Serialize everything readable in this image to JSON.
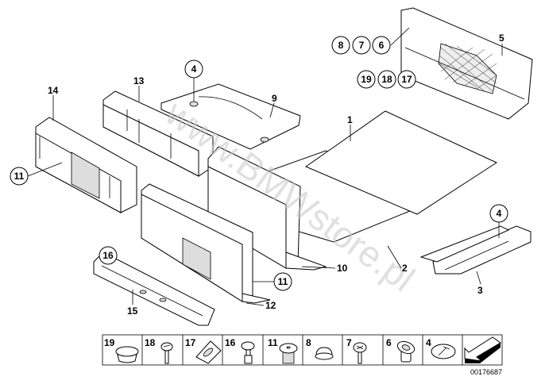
{
  "watermark": "www.BMWstore.pl",
  "callouts": {
    "p1": "1",
    "p2": "2",
    "p3": "3",
    "p5": "5",
    "p9": "9",
    "p10": "10",
    "p12": "12",
    "p13": "13",
    "p14": "14",
    "p15": "15",
    "c4a": "4",
    "c4b": "4",
    "c11a": "11",
    "c11b": "11",
    "c16": "16",
    "c8": "8",
    "c7": "7",
    "c6": "6",
    "c19": "19",
    "c18": "18",
    "c17": "17"
  },
  "legend": {
    "items": [
      {
        "num": "19",
        "icon": "cap-plug-icon"
      },
      {
        "num": "18",
        "icon": "screw-long-icon"
      },
      {
        "num": "17",
        "icon": "clip-nut-icon"
      },
      {
        "num": "16",
        "icon": "expanding-rivet-icon"
      },
      {
        "num": "11",
        "icon": "expanding-rivet-threaded-icon"
      },
      {
        "num": "8",
        "icon": "cap-icon"
      },
      {
        "num": "7",
        "icon": "screw-phillips-icon"
      },
      {
        "num": "6",
        "icon": "nut-clip-icon"
      },
      {
        "num": "4",
        "icon": "plastic-clip-icon"
      }
    ],
    "arrow_icon": "forward-arrow-icon"
  },
  "doc_number": "00176687"
}
